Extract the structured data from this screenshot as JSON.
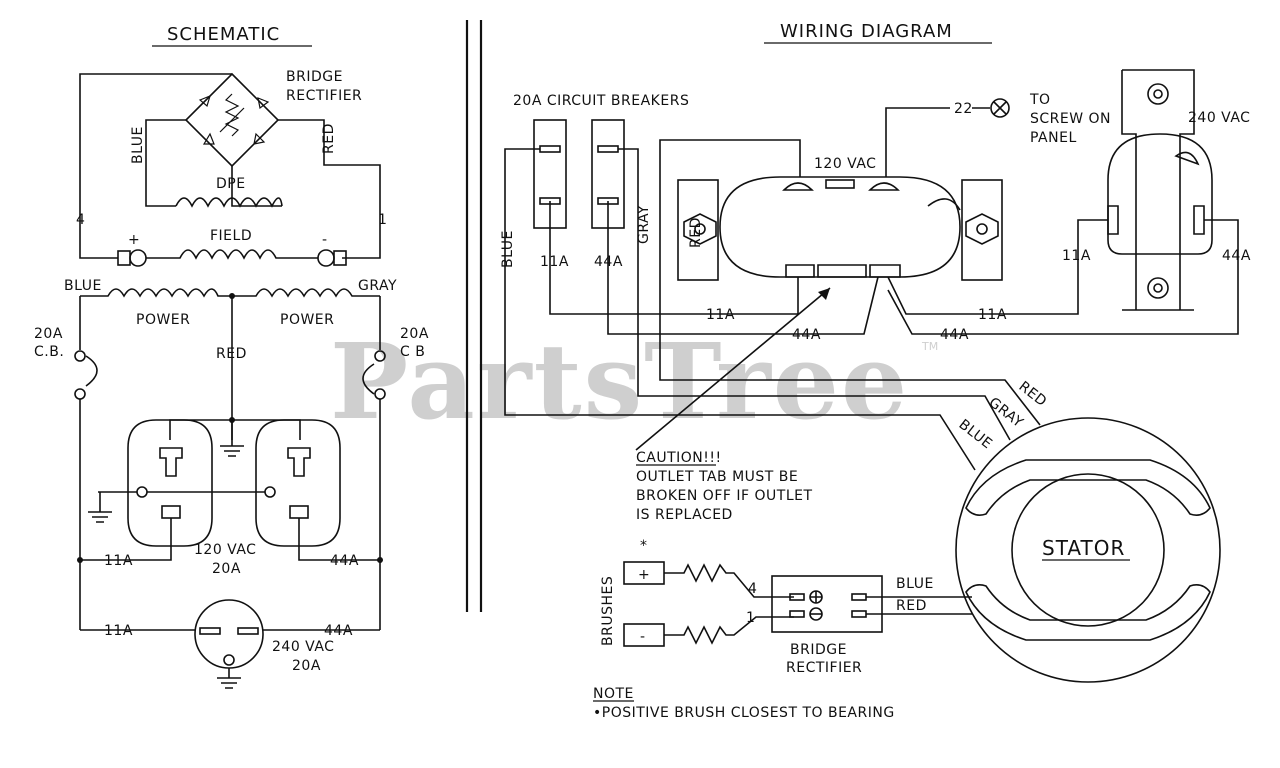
{
  "titles": {
    "schematic": "SCHEMATIC",
    "wiring": "WIRING DIAGRAM"
  },
  "watermark": {
    "text": "PartsTree",
    "trademark": "TM",
    "color": "#cfcfcf"
  },
  "schematic": {
    "bridge_rectifier": [
      "BRIDGE",
      "RECTIFIER"
    ],
    "blue": "BLUE",
    "red": "RED",
    "dpe": "DPE",
    "field": "FIELD",
    "terminal_4": "4",
    "terminal_1": "1",
    "plus": "+",
    "minus": "-",
    "wire_blue": "BLUE",
    "wire_gray": "GRAY",
    "power_left": "POWER",
    "power_right": "POWER",
    "wire_red": "RED",
    "cb_left": [
      "20A",
      "C.B."
    ],
    "cb_right": [
      "20A",
      "C B"
    ],
    "w11a_outlet": "11A",
    "w44a_outlet": "44A",
    "outlet_120": [
      "120 VAC",
      "20A"
    ],
    "w11a_bottom": "11A",
    "w44a_bottom": "44A",
    "outlet_240": [
      "240 VAC",
      "20A"
    ]
  },
  "wiring": {
    "breakers_label": "20A CIRCUIT BREAKERS",
    "wire_blue": "BLUE",
    "wire_gray": "GRAY",
    "wire_red": "RED",
    "b_11a": "11A",
    "b_44a": "44A",
    "screw_num": "22",
    "screw_note": [
      "TO",
      "SCREW ON",
      "PANEL"
    ],
    "vac_120": "120 VAC",
    "vac_240": "240 VAC",
    "r_11a": "11A",
    "r_44a": "44A",
    "h_11a_left": "11A",
    "h_11a_right": "11A",
    "h_44a_left": "44A",
    "h_44a_right": "44A",
    "stator_red": "RED",
    "stator_gray": "GRAY",
    "stator_blue": "BLUE",
    "caution": [
      "CAUTION!!!",
      "OUTLET TAB MUST BE",
      "BROKEN OFF IF OUTLET",
      "IS REPLACED"
    ],
    "stator": "STATOR",
    "asterisk": "*",
    "brushes": "BRUSHES",
    "brush_plus": "+",
    "brush_minus": "-",
    "num_4": "4",
    "num_1": "1",
    "rect_blue": "BLUE",
    "rect_red": "RED",
    "bridge_rectifier": [
      "BRIDGE",
      "RECTIFIER"
    ],
    "note_title": "NOTE",
    "note_text": "•POSITIVE BRUSH CLOSEST TO BEARING"
  }
}
